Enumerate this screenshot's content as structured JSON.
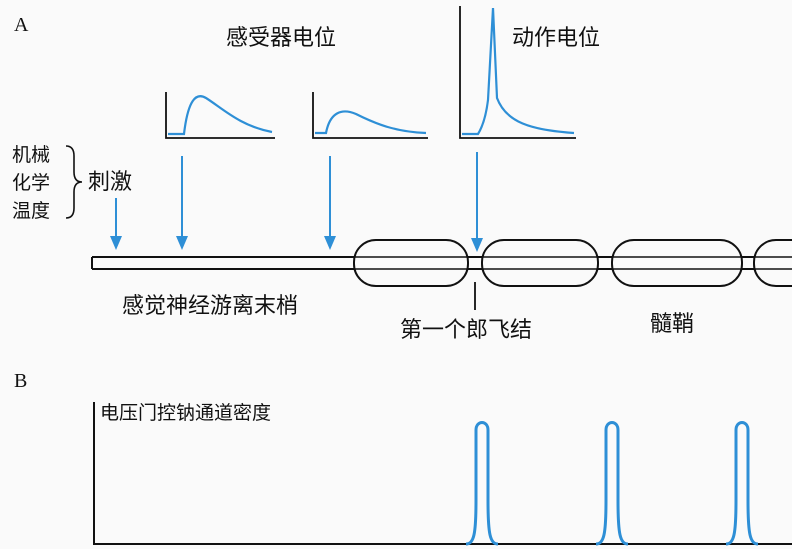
{
  "panel_a": {
    "letter": "A",
    "receptor_potential": "感受器电位",
    "action_potential": "动作电位",
    "stimuli": [
      "机械",
      "化学",
      "温度"
    ],
    "stimulus_word": "刺激",
    "sensory_ending": "感觉神经游离末梢",
    "first_node": "第一个郎飞结",
    "myelin": "髓鞘"
  },
  "panel_b": {
    "letter": "B",
    "ylabel": "电压门控钠通道密度"
  },
  "colors": {
    "trace": "#2e8fd6",
    "line": "#111111"
  }
}
